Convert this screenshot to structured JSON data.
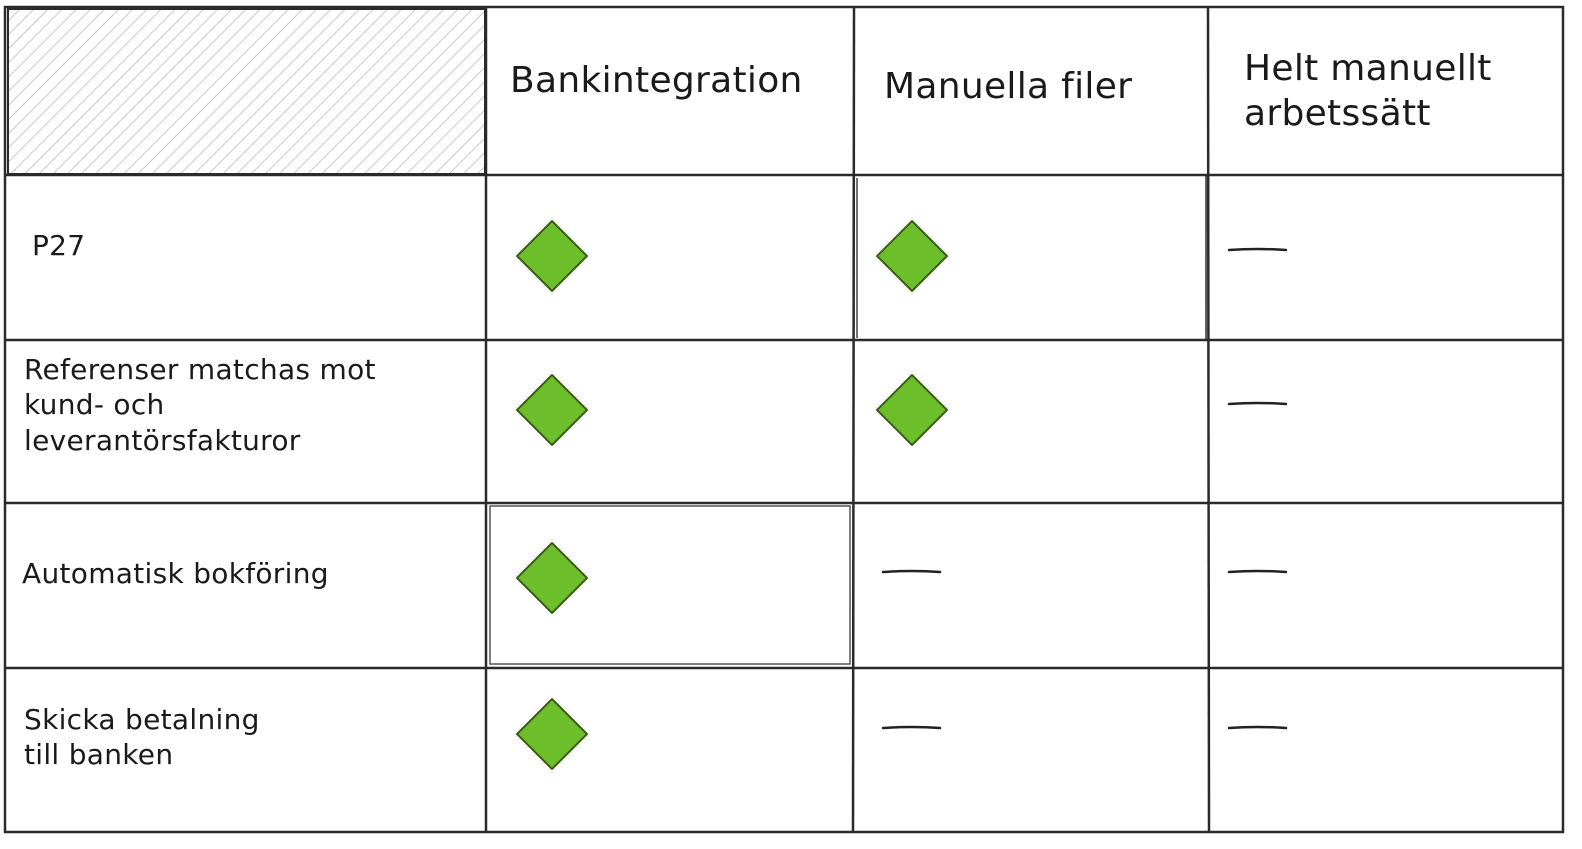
{
  "table": {
    "columns": [
      {
        "label": ""
      },
      {
        "label": "Bankintegration"
      },
      {
        "label": "Manuella filer"
      },
      {
        "label": "Helt manuellt arbetssätt"
      }
    ],
    "rows": [
      {
        "label": "P27",
        "cells": [
          "yes",
          "yes",
          "no"
        ]
      },
      {
        "label": "Referenser matchas mot kund- och leverantörsfakturor",
        "cells": [
          "yes",
          "yes",
          "no"
        ]
      },
      {
        "label": "Automatisk bokföring",
        "cells": [
          "yes",
          "no",
          "no"
        ]
      },
      {
        "label": "Skicka betalning till banken",
        "cells": [
          "yes",
          "no",
          "no"
        ]
      }
    ]
  },
  "colors": {
    "line": "#2a2a2a",
    "diamond_fill": "#6cbe2a",
    "diamond_stroke": "#3b5f17",
    "hatch": "#c9c9c9",
    "dash": "#222222"
  },
  "icons": {
    "yes": "green-diamond-icon",
    "no": "dash-icon"
  }
}
